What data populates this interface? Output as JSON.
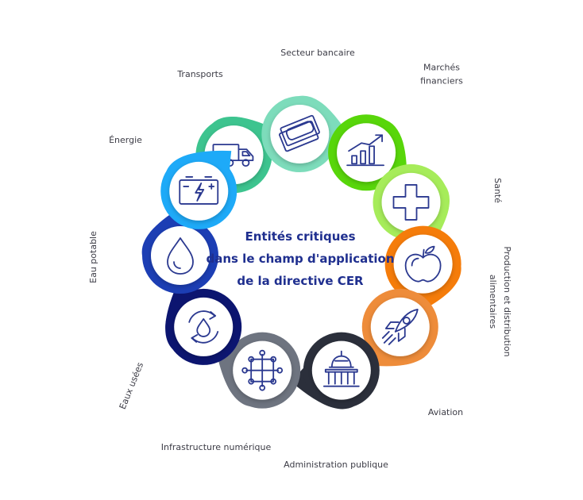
{
  "title_lines": [
    "Entités critiques",
    "dans le champ d'application",
    "de la directive CER"
  ],
  "sectors": [
    {
      "id": "transports",
      "label_lines": [
        "Transports"
      ],
      "color": "#3dc48f",
      "icon": "truck-icon"
    },
    {
      "id": "secteur-bancaire",
      "label_lines": [
        "Secteur bancaire"
      ],
      "color": "#7ddcbb",
      "icon": "banknotes-icon"
    },
    {
      "id": "marches-financiers",
      "label_lines": [
        "Marchés",
        "financiers"
      ],
      "color": "#58d60a",
      "icon": "bar-chart-icon"
    },
    {
      "id": "sante",
      "label_lines": [
        "Santé"
      ],
      "color": "#a6ec5a",
      "icon": "medical-cross-icon"
    },
    {
      "id": "production-distribution",
      "label_lines": [
        "Production et distribution",
        "alimentaires"
      ],
      "color": "#f57c0a",
      "icon": "apple-icon"
    },
    {
      "id": "aviation",
      "label_lines": [
        "Aviation"
      ],
      "color": "#ee8c3a",
      "icon": "rocket-icon"
    },
    {
      "id": "administration-publique",
      "label_lines": [
        "Administration publique"
      ],
      "color": "#2b2f3b",
      "icon": "capitol-icon"
    },
    {
      "id": "infrastructure-numerique",
      "label_lines": [
        "Infrastructure numérique"
      ],
      "color": "#6e7480",
      "icon": "network-icon"
    },
    {
      "id": "eaux-usees",
      "label_lines": [
        "Eaux usées"
      ],
      "color": "#0c1570",
      "icon": "recycle-water-icon"
    },
    {
      "id": "eau-potable",
      "label_lines": [
        "Eau potable"
      ],
      "color": "#1c3eb4",
      "icon": "water-drop-icon"
    },
    {
      "id": "energie",
      "label_lines": [
        "Énergie"
      ],
      "color": "#1eaaf8",
      "icon": "battery-icon"
    }
  ]
}
